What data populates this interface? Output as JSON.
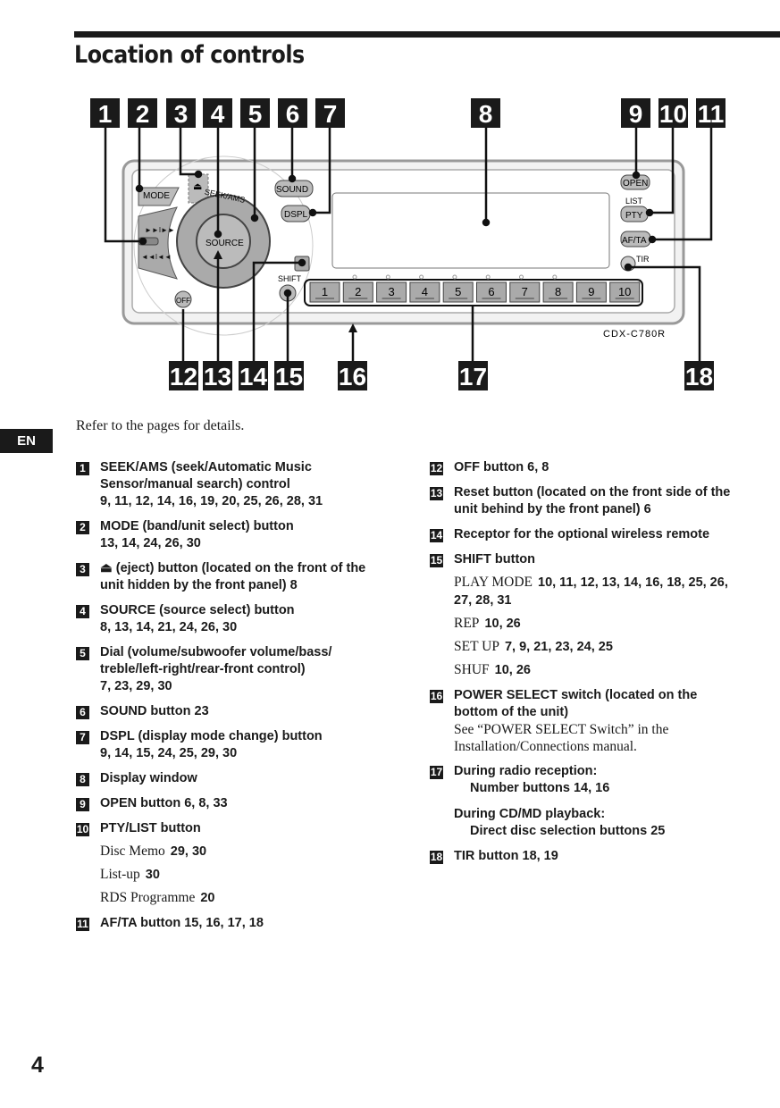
{
  "title": "Location of controls",
  "language_tab": "EN",
  "refer_text": "Refer to the pages for details.",
  "page_number": "4",
  "diagram": {
    "model": "CDX-C780R",
    "callouts_top": [
      "1",
      "2",
      "3",
      "4",
      "5",
      "6",
      "7",
      "8",
      "9",
      "10",
      "11"
    ],
    "callouts_bottom": [
      "12",
      "13",
      "14",
      "15",
      "16",
      "17",
      "18"
    ],
    "labels": {
      "mode": "MODE",
      "seek_ams": "SEEK/AMS",
      "sound": "SOUND",
      "dspl": "DSPL",
      "source": "SOURCE",
      "shift": "SHIFT",
      "off": "OFF",
      "open": "OPEN",
      "list": "LIST",
      "pty": "PTY",
      "af_ta": "AF/TA",
      "tir": "TIR"
    },
    "number_buttons": [
      "1",
      "2",
      "3",
      "4",
      "5",
      "6",
      "7",
      "8",
      "9",
      "10"
    ]
  },
  "left_items": [
    {
      "num": "1",
      "title": "SEEK/AMS (seek/Automatic Music Sensor/manual search) control",
      "pages": "9, 11, 12, 14, 16, 19, 20, 25, 26, 28, 31"
    },
    {
      "num": "2",
      "title": "MODE (band/unit select) button",
      "pages": "13, 14, 24, 26, 30"
    },
    {
      "num": "3",
      "title": "(eject) button (located on the front of the unit hidden by the front panel)  8",
      "pages": ""
    },
    {
      "num": "4",
      "title": "SOURCE (source select) button",
      "pages": "8, 13, 14, 21, 24, 26, 30"
    },
    {
      "num": "5",
      "title": "Dial (volume/subwoofer volume/bass/ treble/left-right/rear-front control)",
      "pages": "7, 23, 29, 30"
    },
    {
      "num": "6",
      "title": "SOUND button  23",
      "pages": ""
    },
    {
      "num": "7",
      "title": "DSPL (display mode change) button",
      "pages": "9, 14, 15, 24, 25, 29, 30"
    },
    {
      "num": "8",
      "title": "Display window",
      "pages": ""
    },
    {
      "num": "9",
      "title": "OPEN button  6, 8, 33",
      "pages": ""
    },
    {
      "num": "10",
      "title": "PTY/LIST button",
      "pages": "",
      "subs": [
        {
          "label": "Disc Memo",
          "pages": "29, 30"
        },
        {
          "label": "List-up",
          "pages": "30"
        },
        {
          "label": "RDS Programme",
          "pages": "20"
        }
      ]
    },
    {
      "num": "11",
      "title": "AF/TA button  15, 16, 17, 18",
      "pages": ""
    }
  ],
  "right_items": [
    {
      "num": "12",
      "title": "OFF button  6, 8"
    },
    {
      "num": "13",
      "title": "Reset button (located on the front side of the unit behind by the front panel)  6"
    },
    {
      "num": "14",
      "title": "Receptor for the optional wireless remote"
    },
    {
      "num": "15",
      "title": "SHIFT button",
      "subs": [
        {
          "label": "PLAY MODE",
          "pages": "10, 11, 12, 13, 14, 16, 18, 25, 26, 27, 28, 31"
        },
        {
          "label": "REP",
          "pages": "10, 26"
        },
        {
          "label": "SET UP",
          "pages": "7, 9, 21, 23, 24, 25"
        },
        {
          "label": "SHUF",
          "pages": "10, 26"
        }
      ]
    },
    {
      "num": "16",
      "title": "POWER SELECT switch (located on the bottom of the unit)",
      "note": "See “POWER SELECT Switch” in the Installation/Connections manual."
    },
    {
      "num": "17",
      "title": "During radio reception:",
      "detail": "Number buttons  14, 16",
      "title2": "During CD/MD playback:",
      "detail2": "Direct disc selection buttons  25"
    },
    {
      "num": "18",
      "title": "TIR button  18, 19"
    }
  ]
}
